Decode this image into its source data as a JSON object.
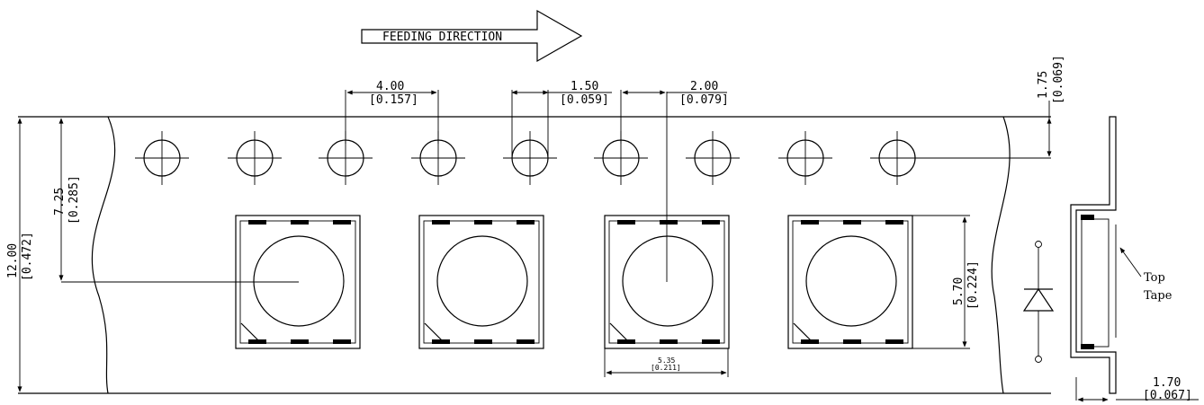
{
  "feeding_direction": "FEEDING DIRECTION",
  "dimensions": {
    "hole_pitch": {
      "mm": "4.00",
      "inch": "[0.157]"
    },
    "hole_diameter": {
      "mm": "1.50",
      "inch": "[0.059]"
    },
    "hole_to_pocket": {
      "mm": "2.00",
      "inch": "[0.079]"
    },
    "hole_to_edge": {
      "mm": "1.75",
      "inch": "[0.069]"
    },
    "hole_row_to_center": {
      "mm": "7.25",
      "inch": "[0.285]"
    },
    "tape_width": {
      "mm": "12.00",
      "inch": "[0.472]"
    },
    "pocket_height": {
      "mm": "5.70",
      "inch": "[0.224]"
    },
    "pocket_width": {
      "mm": "5.35",
      "inch": "[0.211]"
    },
    "tape_thickness": {
      "mm": "1.70",
      "inch": "[0.067]"
    }
  },
  "labels": {
    "top_tape_line1": "Top",
    "top_tape_line2": "Tape"
  }
}
